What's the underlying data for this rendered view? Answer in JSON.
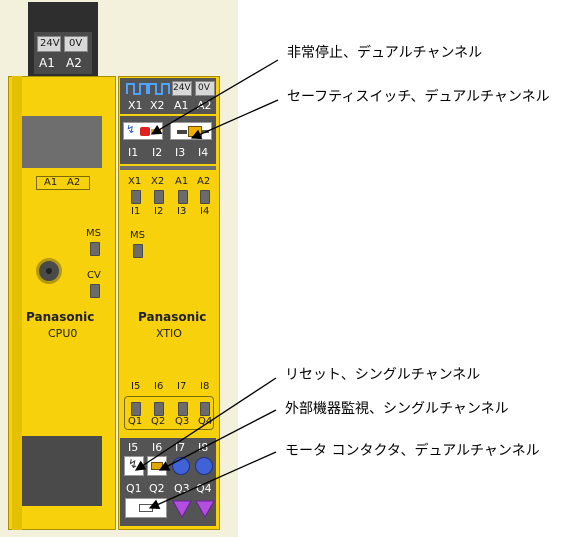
{
  "cpu": {
    "top_terminals": [
      "24V",
      "0V"
    ],
    "top_labels": [
      "A1",
      "A2"
    ],
    "face_labels": [
      "A1",
      "A2"
    ],
    "led_labels": [
      "MS",
      "CV"
    ],
    "brand": "Panasonic",
    "model": "CPU0"
  },
  "xtio": {
    "top_terminals": [
      "24V",
      "0V"
    ],
    "top_row": [
      "X1",
      "X2",
      "A1",
      "A2"
    ],
    "input_row": [
      "I1",
      "I2",
      "I3",
      "I4"
    ],
    "face_row1": [
      "X1",
      "X2",
      "A1",
      "A2"
    ],
    "face_row2": [
      "I1",
      "I2",
      "I3",
      "I4"
    ],
    "ms_label": "MS",
    "brand": "Panasonic",
    "model": "XTIO",
    "lower_row1": [
      "I5",
      "I6",
      "I7",
      "I8"
    ],
    "lower_row2": [
      "Q1",
      "Q2",
      "Q3",
      "Q4"
    ],
    "bottom_row1": [
      "I5",
      "I6",
      "I7",
      "I8"
    ],
    "bottom_row2": [
      "Q1",
      "Q2",
      "Q3",
      "Q4"
    ]
  },
  "annotations": [
    "非常停止、デュアルチャンネル",
    "セーフティスイッチ、デュアルチャンネル",
    "リセット、シングルチャンネル",
    "外部機器監視、シングルチャンネル",
    "モータ コンタクタ、デュアルチャンネル"
  ],
  "colors": {
    "module_yellow": "#f7d20c",
    "dark_terminal": "#3a3a3a",
    "input_circle": "#3f63d6",
    "output_triangle": "#b24fe0"
  }
}
